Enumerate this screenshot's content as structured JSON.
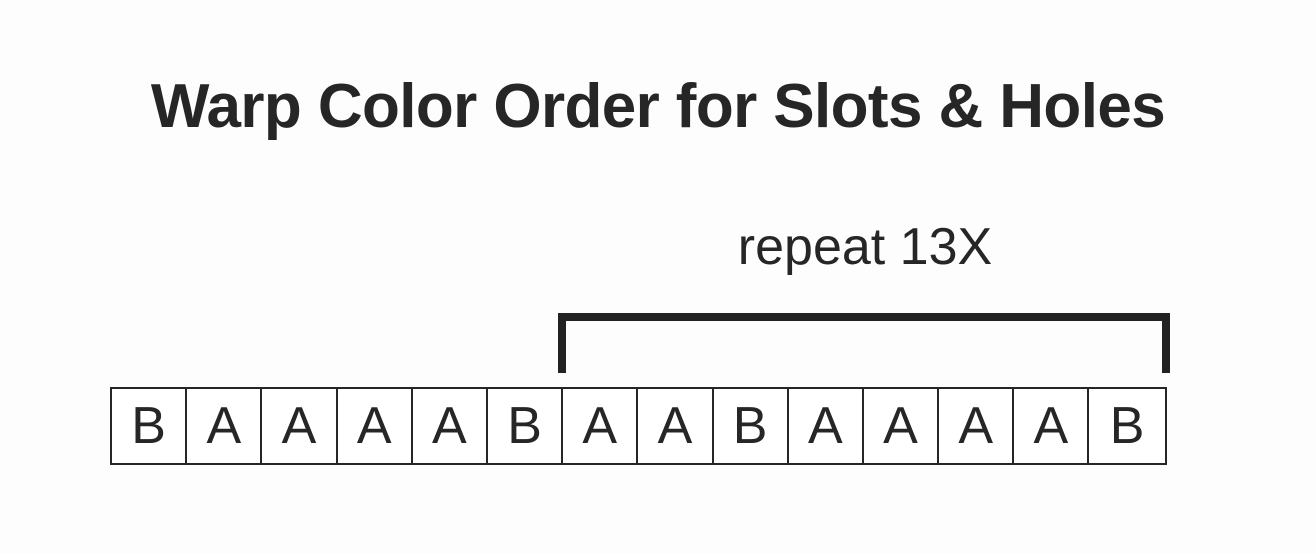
{
  "title": "Warp Color Order for Slots & Holes",
  "annotation": {
    "repeat_label": "repeat 13X",
    "repeat_count": 13,
    "bracket_start_cell_index": 6,
    "bracket_end_cell_index": 13
  },
  "sequence": {
    "cells": [
      {
        "label": "B"
      },
      {
        "label": "A"
      },
      {
        "label": "A"
      },
      {
        "label": "A"
      },
      {
        "label": "A"
      },
      {
        "label": "B"
      },
      {
        "label": "A"
      },
      {
        "label": "A"
      },
      {
        "label": "B"
      },
      {
        "label": "A"
      },
      {
        "label": "A"
      },
      {
        "label": "A"
      },
      {
        "label": "A"
      },
      {
        "label": "B"
      }
    ],
    "total_cells": 14
  },
  "colors": {
    "ink": "#262626",
    "bracket": "#222222",
    "background": "#fdfdfd",
    "cell_fill": "#ffffff"
  }
}
